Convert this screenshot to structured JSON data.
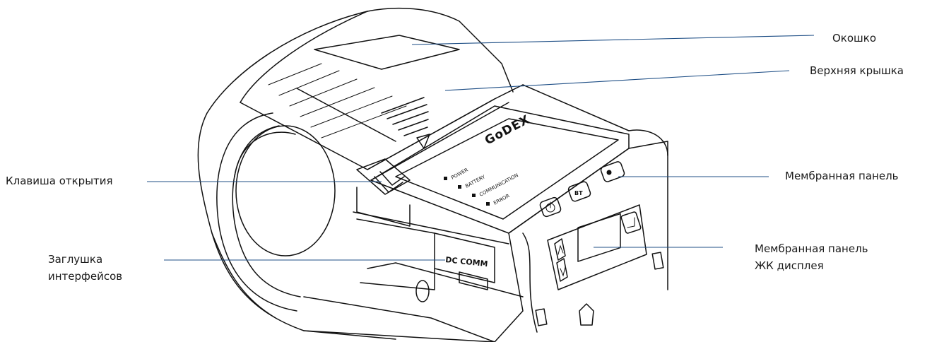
{
  "callouts": {
    "window": "Окошко",
    "top_cover": "Верхняя крышка",
    "membrane_panel": "Мембранная панель",
    "lcd_panel_line1": "Мембранная панель",
    "lcd_panel_line2": "ЖК  дисплея",
    "open_key": "Клавиша открытия",
    "port_cover_line1": "Заглушка",
    "port_cover_line2": "интерфейсов"
  },
  "device": {
    "brand": "GoDEX",
    "indicators": [
      "POWER",
      "BATTERY",
      "COMMUNICATION",
      "ERROR"
    ],
    "port_label": "DC COMM"
  },
  "colors": {
    "leader_line": "#1f4f86",
    "outline": "#111111"
  }
}
